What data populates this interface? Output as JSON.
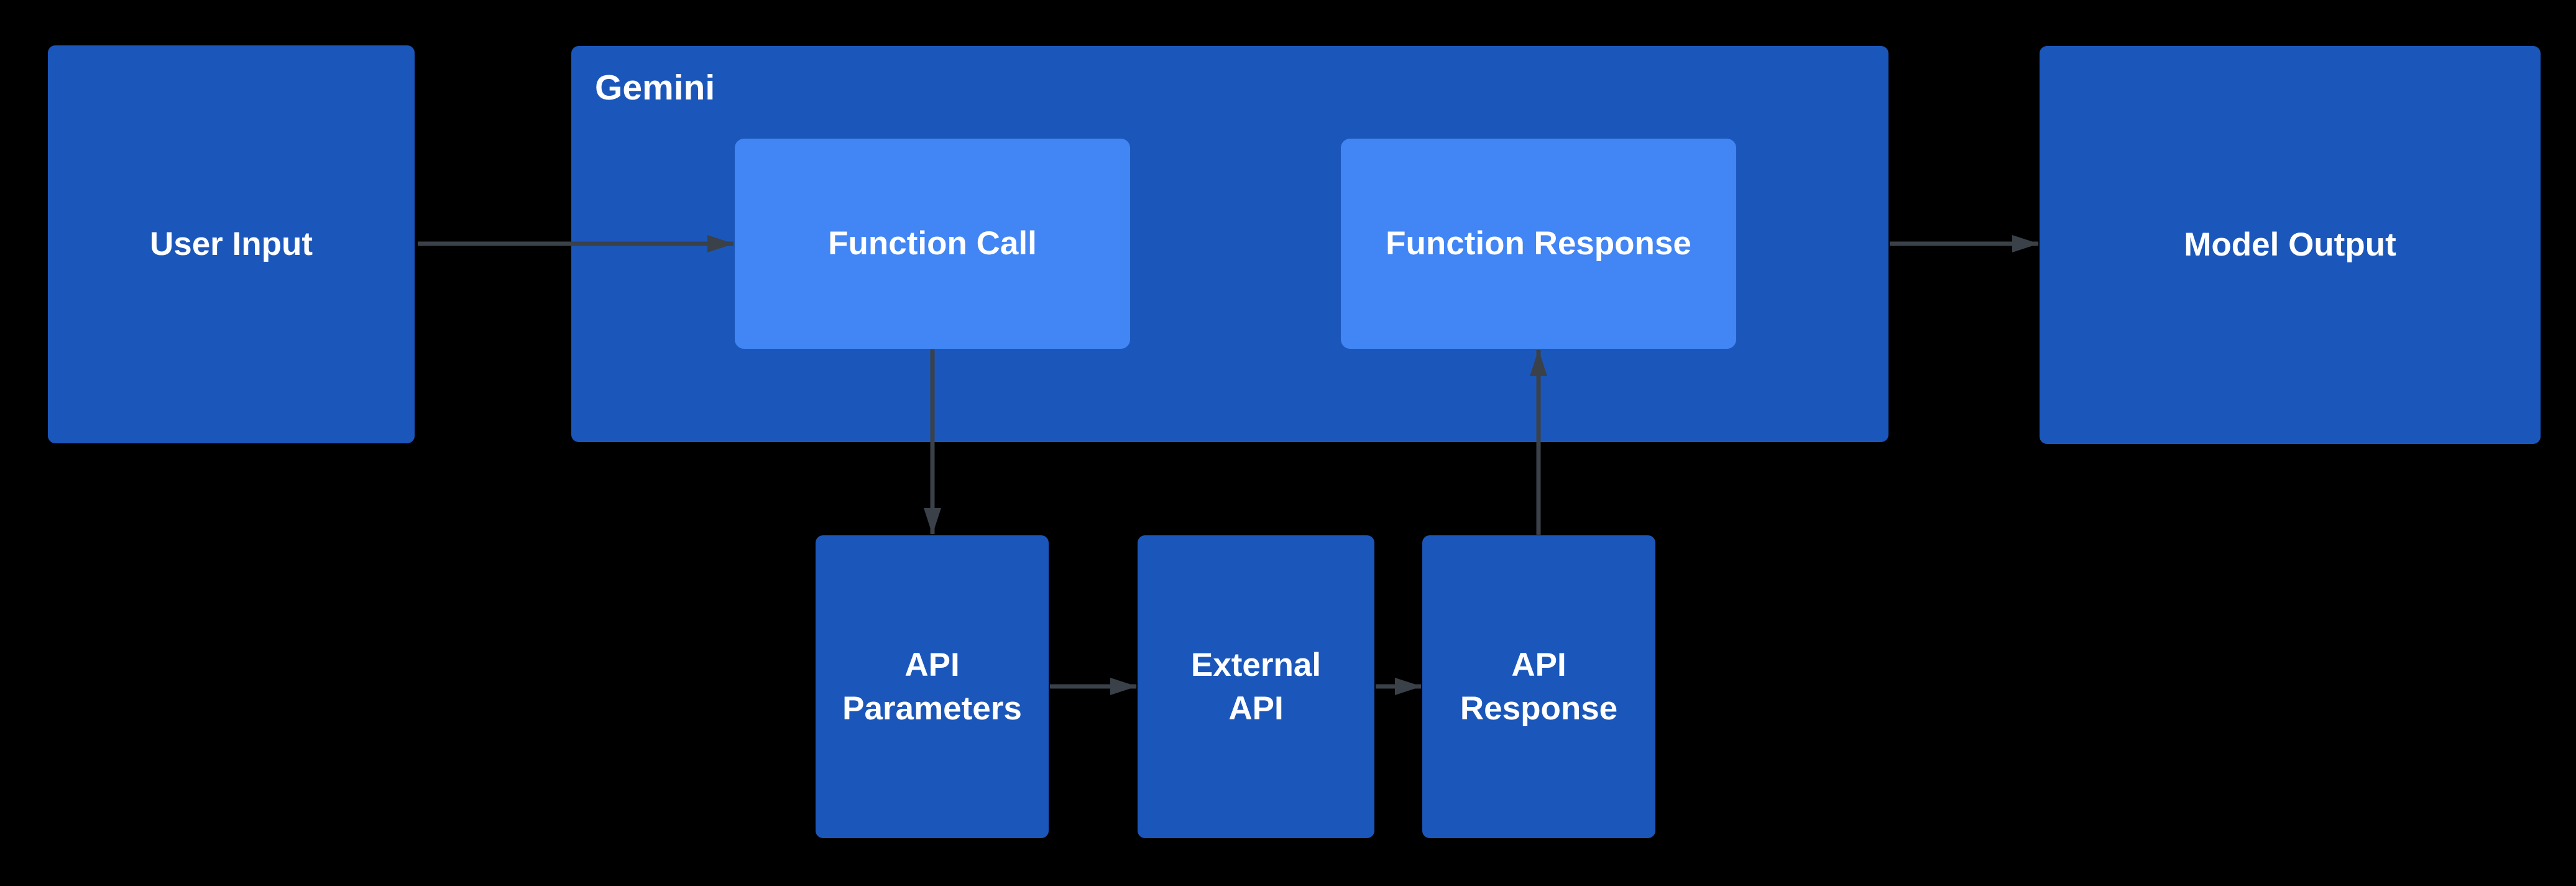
{
  "nodes": {
    "user_input": {
      "label": "User Input"
    },
    "gemini": {
      "label": "Gemini"
    },
    "function_call": {
      "label": "Function Call"
    },
    "function_response": {
      "label": "Function Response"
    },
    "model_output": {
      "label": "Model Output"
    },
    "api_parameters": {
      "label": "API\nParameters"
    },
    "external_api": {
      "label": "External\nAPI"
    },
    "api_response": {
      "label": "API\nResponse"
    }
  },
  "edges": [
    {
      "from": "user_input",
      "to": "function_call"
    },
    {
      "from": "function_call",
      "to": "api_parameters"
    },
    {
      "from": "api_parameters",
      "to": "external_api"
    },
    {
      "from": "external_api",
      "to": "api_response"
    },
    {
      "from": "api_response",
      "to": "function_response"
    },
    {
      "from": "gemini",
      "to": "model_output"
    }
  ],
  "colors": {
    "background": "#000000",
    "node_fill": "#1b57ba",
    "node_fill_light": "#4285f4",
    "arrow": "#3a4149",
    "label_text": "#ffffff"
  }
}
